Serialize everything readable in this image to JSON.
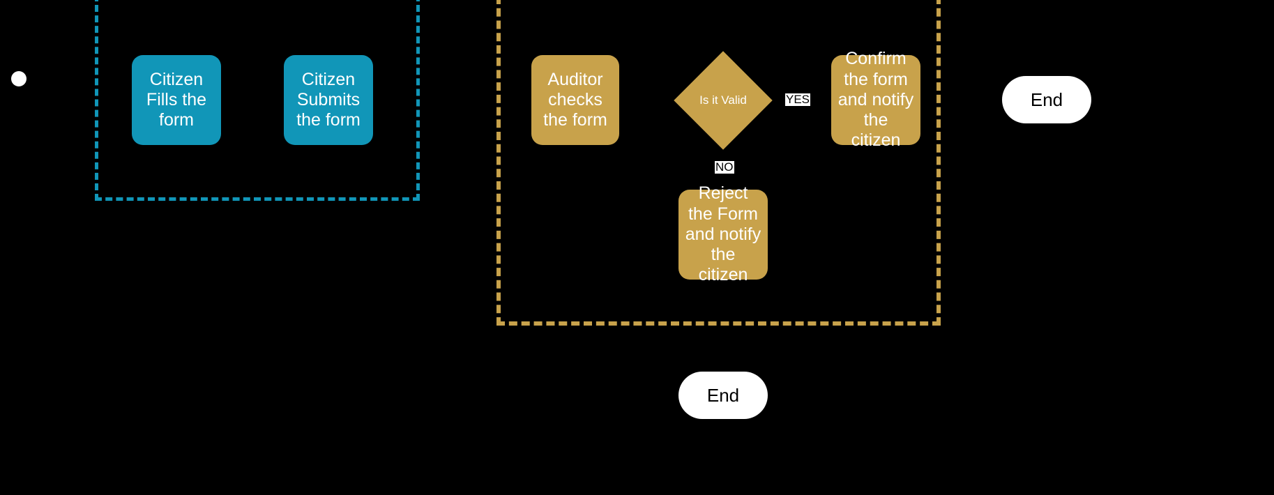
{
  "diagram": {
    "title": "Form submission and audit flowchart",
    "background_color": "#000000",
    "lanes": [
      {
        "id": "citizen",
        "name": "citizen-lane",
        "border_color": "#1196b8",
        "border_style": "dashed"
      },
      {
        "id": "auditor",
        "name": "auditor-lane",
        "border_color": "#c8a24b",
        "border_style": "dashed"
      }
    ],
    "nodes": {
      "start": {
        "label": "",
        "shape": "circle",
        "color": "#ffffff"
      },
      "citizen_fills": {
        "label": "Citizen Fills the form",
        "shape": "rounded-rect",
        "color": "#1196b8"
      },
      "citizen_submits": {
        "label": "Citizen Submits the form",
        "shape": "rounded-rect",
        "color": "#1196b8"
      },
      "auditor_checks": {
        "label": "Auditor checks the form",
        "shape": "rounded-rect",
        "color": "#c8a24b"
      },
      "is_valid": {
        "label": "Is it Valid",
        "shape": "diamond",
        "color": "#c8a24b"
      },
      "confirm": {
        "label": "Confirm the form and notify the citizen",
        "shape": "rounded-rect",
        "color": "#c8a24b"
      },
      "reject": {
        "label": "Reject the Form and notify the citizen",
        "shape": "rounded-rect",
        "color": "#c8a24b"
      },
      "end_top": {
        "label": "End",
        "shape": "pill",
        "color": "#ffffff"
      },
      "end_bottom": {
        "label": "End",
        "shape": "pill",
        "color": "#ffffff"
      }
    },
    "edge_labels": {
      "yes": "YES",
      "no": "NO"
    }
  }
}
